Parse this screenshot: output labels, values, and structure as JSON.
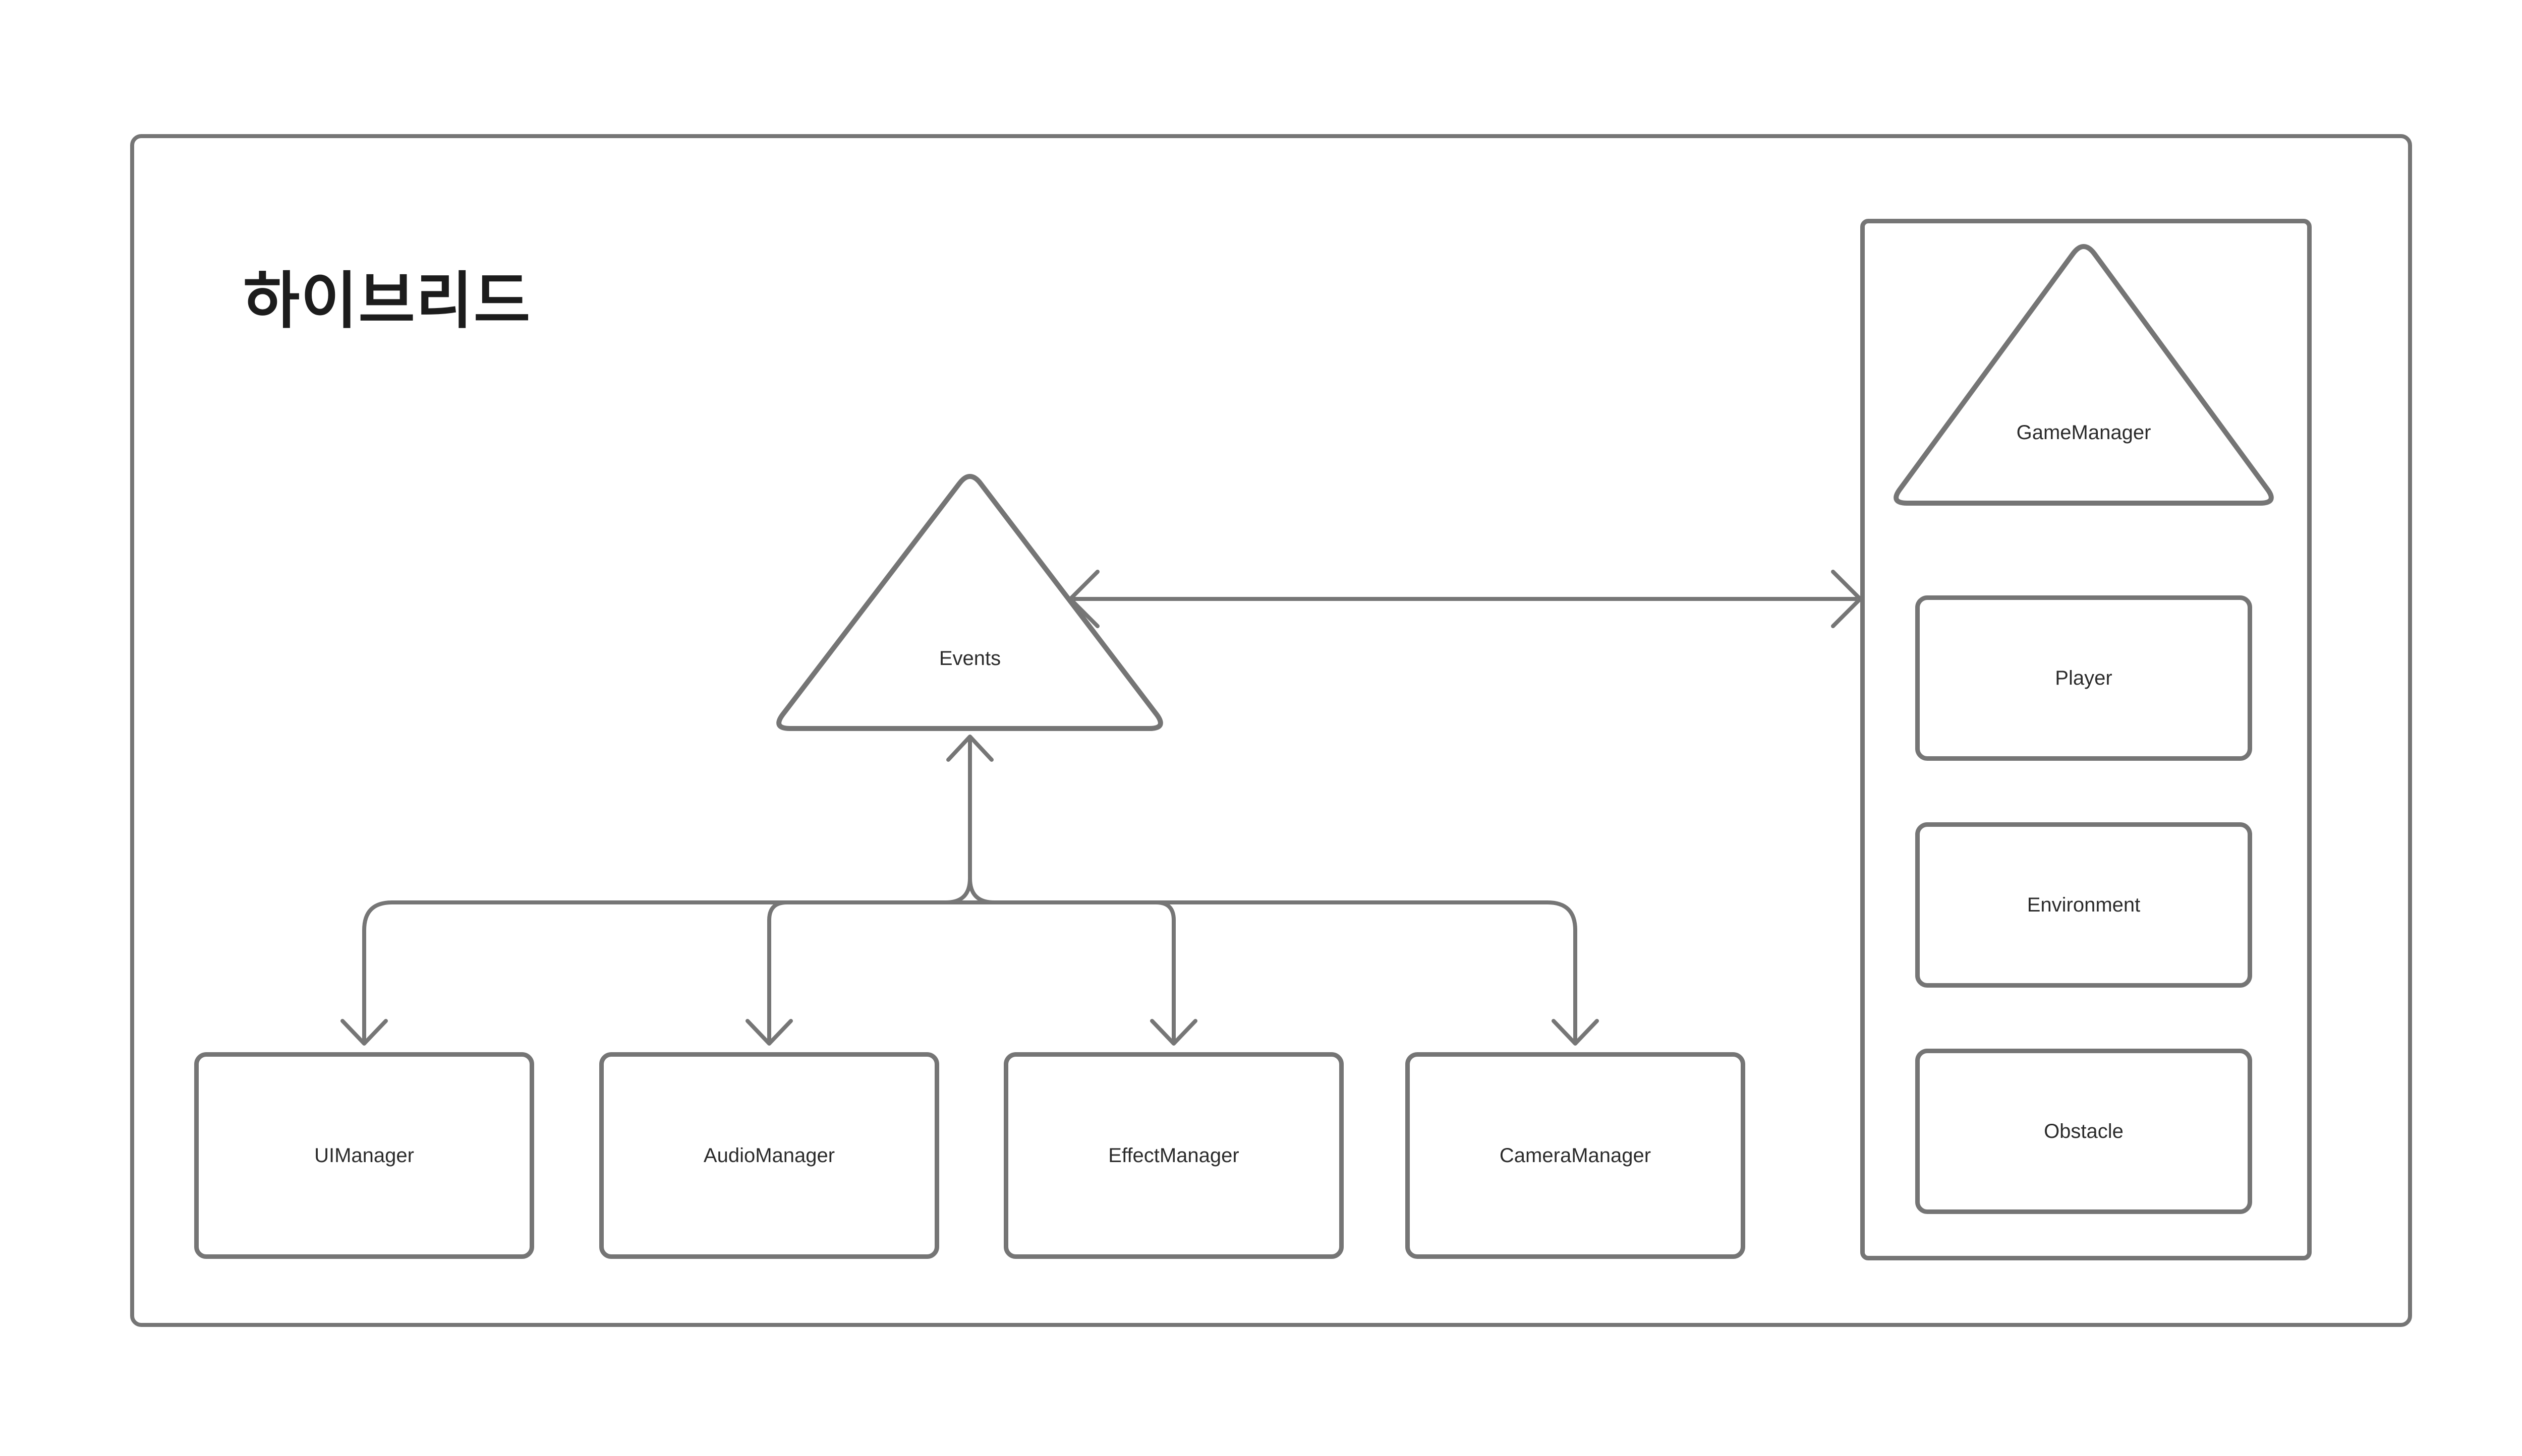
{
  "diagram": {
    "title": "하이브리드",
    "events_node": {
      "label": "Events",
      "shape": "triangle"
    },
    "manager_nodes": [
      {
        "label": "UIManager"
      },
      {
        "label": "AudioManager"
      },
      {
        "label": "EffectManager"
      },
      {
        "label": "CameraManager"
      }
    ],
    "game_panel": {
      "triangle_label": "GameManager",
      "boxes": [
        {
          "label": "Player"
        },
        {
          "label": "Environment"
        },
        {
          "label": "Obstacle"
        }
      ]
    },
    "edges": [
      {
        "from": "Events",
        "to": "GameManager panel",
        "style": "horizontal double-headed arrow"
      },
      {
        "from": "Events",
        "to": "UIManager",
        "style": "elbow, arrowheads up into Events and down into box"
      },
      {
        "from": "Events",
        "to": "AudioManager",
        "style": "elbow, arrowheads up into Events and down into box"
      },
      {
        "from": "Events",
        "to": "EffectManager",
        "style": "elbow, arrowheads up into Events and down into box"
      },
      {
        "from": "Events",
        "to": "CameraManager",
        "style": "elbow, arrowheads up into Events and down into box"
      }
    ],
    "colors": {
      "background": "#ffffff",
      "stroke": "#757575",
      "connector_stroke": "#767676",
      "label_text": "#2b2b2b",
      "title_text": "#1c1c1c"
    }
  }
}
